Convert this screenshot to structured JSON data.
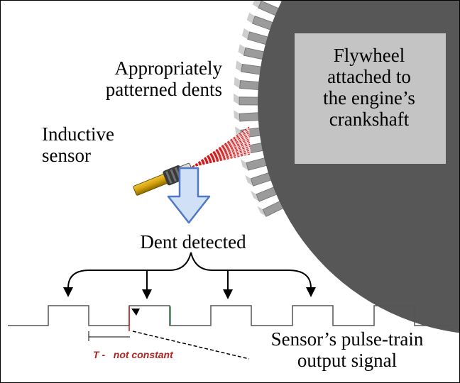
{
  "labels": {
    "dents": [
      "Appropriately",
      "patterned dents"
    ],
    "sensor": [
      "Inductive",
      "sensor"
    ],
    "flywheel": [
      "Flywheel",
      "attached to",
      "the engine’s",
      "crankshaft"
    ],
    "detected": "Dent detected",
    "signal": [
      "Sensor’s pulse-train",
      "output signal"
    ],
    "period": "T -   not constant"
  },
  "colors": {
    "flywheel_body": "#575757",
    "flywheel_panel": "#c4c4c4",
    "teeth": "#9b9b9b",
    "beam": "#cc1a1a",
    "sensor_body": "#d4a00c",
    "arrow_fill": "#cfe0f7",
    "arrow_stroke": "#4f79c2",
    "signal_line": "#555555",
    "period_text": "#b22222"
  },
  "icons": {
    "sensor": "inductive-sensor-icon",
    "arrow": "down-arrow-icon"
  },
  "pulse_count": 5
}
